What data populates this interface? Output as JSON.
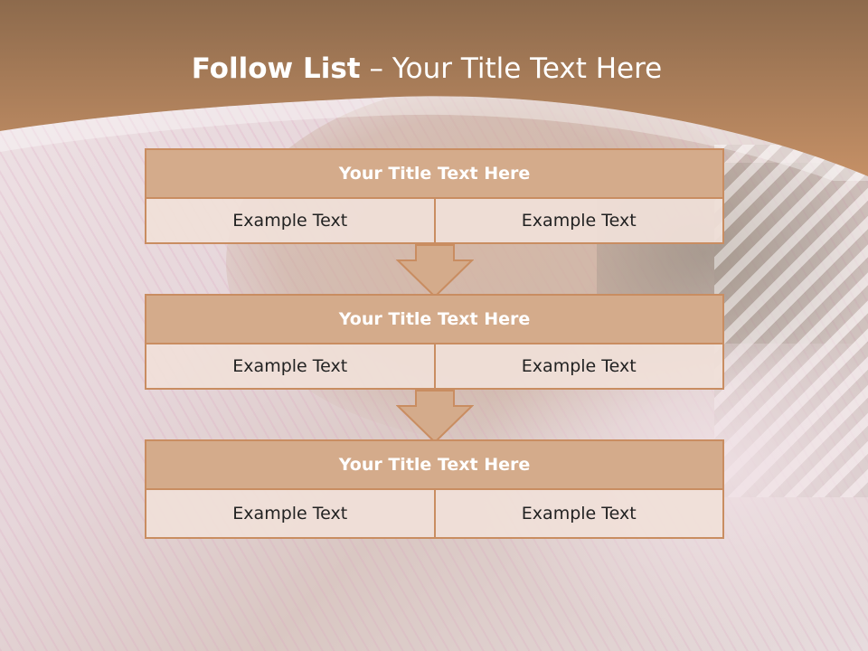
{
  "slide": {
    "title_bold": "Follow List",
    "title_rest": " – Your Title Text Here"
  },
  "blocks": [
    {
      "title": "Your Title Text Here",
      "left": "Example Text",
      "right": "Example Text"
    },
    {
      "title": "Your Title Text Here",
      "left": "Example Text",
      "right": "Example Text"
    },
    {
      "title": "Your Title Text Here",
      "left": "Example Text",
      "right": "Example Text"
    }
  ],
  "colors": {
    "header_top": "#8d6a4c",
    "header_bottom": "#c59066",
    "box_fill": "#d4ab8b",
    "box_border": "#c98d61",
    "cell_fill": "#f0e0d8"
  }
}
